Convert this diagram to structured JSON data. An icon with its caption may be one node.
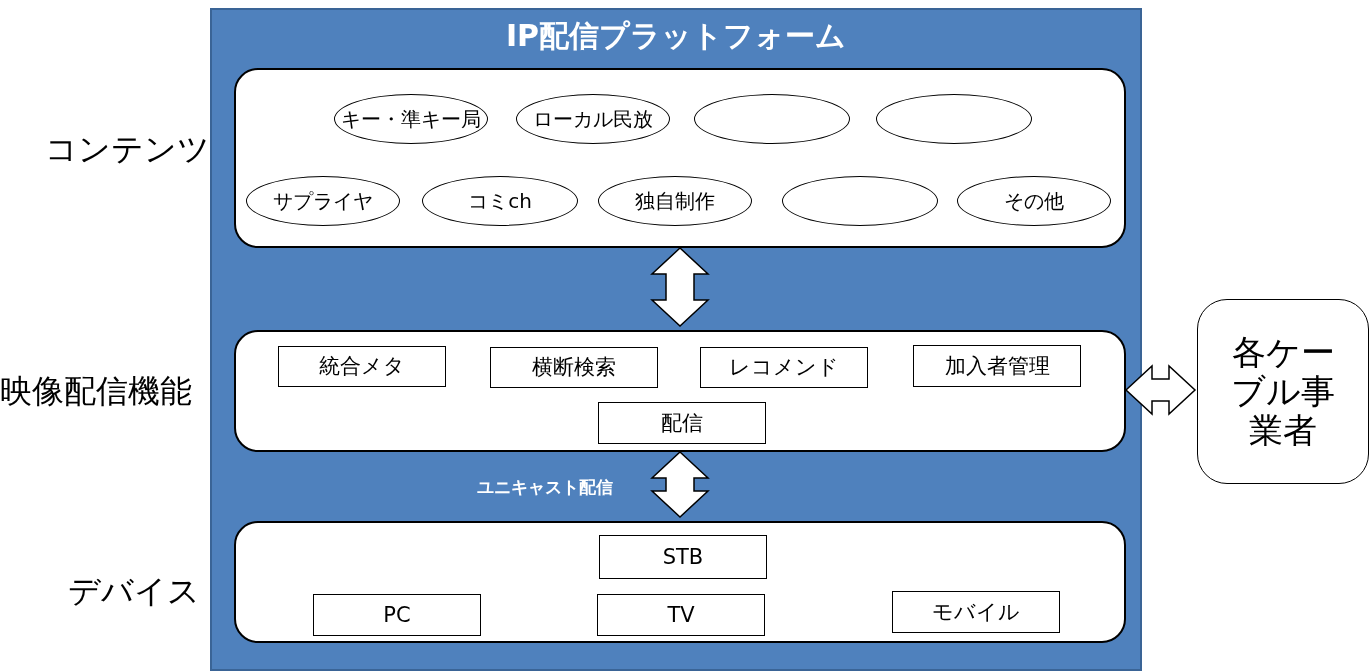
{
  "diagram": {
    "nodes": [
      {
        "text": [
          "IP配信プラットフォーム"
        ]
      },
      {
        "text": [],
        "shape": "box",
        "in": 0
      },
      {
        "text": [
          "キー・準キー局"
        ],
        "in": 1
      },
      {
        "text": [
          "ローカル民放"
        ],
        "in": 1
      },
      {
        "text": [],
        "shape": "ellipse",
        "in": 1
      },
      {
        "text": [],
        "shape": "ellipse",
        "in": 1
      },
      {
        "text": [
          "サプライヤ"
        ],
        "in": 1
      },
      {
        "text": [
          "コミch"
        ],
        "in": 1
      },
      {
        "text": [
          "独自制作"
        ],
        "in": 1
      },
      {
        "text": [],
        "shape": "ellipse",
        "in": 1
      },
      {
        "text": [
          "その他"
        ],
        "in": 1
      },
      {
        "text": [],
        "shape": "box",
        "in": 0
      },
      {
        "text": [
          "統合メタ"
        ],
        "in": 11
      },
      {
        "text": [
          "横断検索"
        ],
        "in": 11
      },
      {
        "text": [
          "レコメンド"
        ],
        "in": 11
      },
      {
        "text": [
          "加入者管理"
        ],
        "in": 11
      },
      {
        "text": [
          "配信"
        ],
        "in": 11
      },
      {
        "text": [],
        "shape": "box",
        "in": 0
      },
      {
        "text": [
          "STB"
        ],
        "in": 17
      },
      {
        "text": [
          "PC"
        ],
        "in": 17
      },
      {
        "text": [
          "TV"
        ],
        "in": 17
      },
      {
        "text": [
          "モバイル"
        ],
        "in": 17
      },
      {
        "text": [
          "各ケーブル事業者"
        ]
      }
    ],
    "edges": [
      {
        "from": 1,
        "to": 11,
        "arrow": "both"
      },
      {
        "from": 11,
        "to": 17,
        "arrow": "both",
        "label": "ユニキャスト配信"
      },
      {
        "from": 11,
        "to": 22,
        "arrow": "both"
      }
    ],
    "labels": [
      "コンテンツ",
      "映像配信機能",
      "デバイス"
    ]
  }
}
